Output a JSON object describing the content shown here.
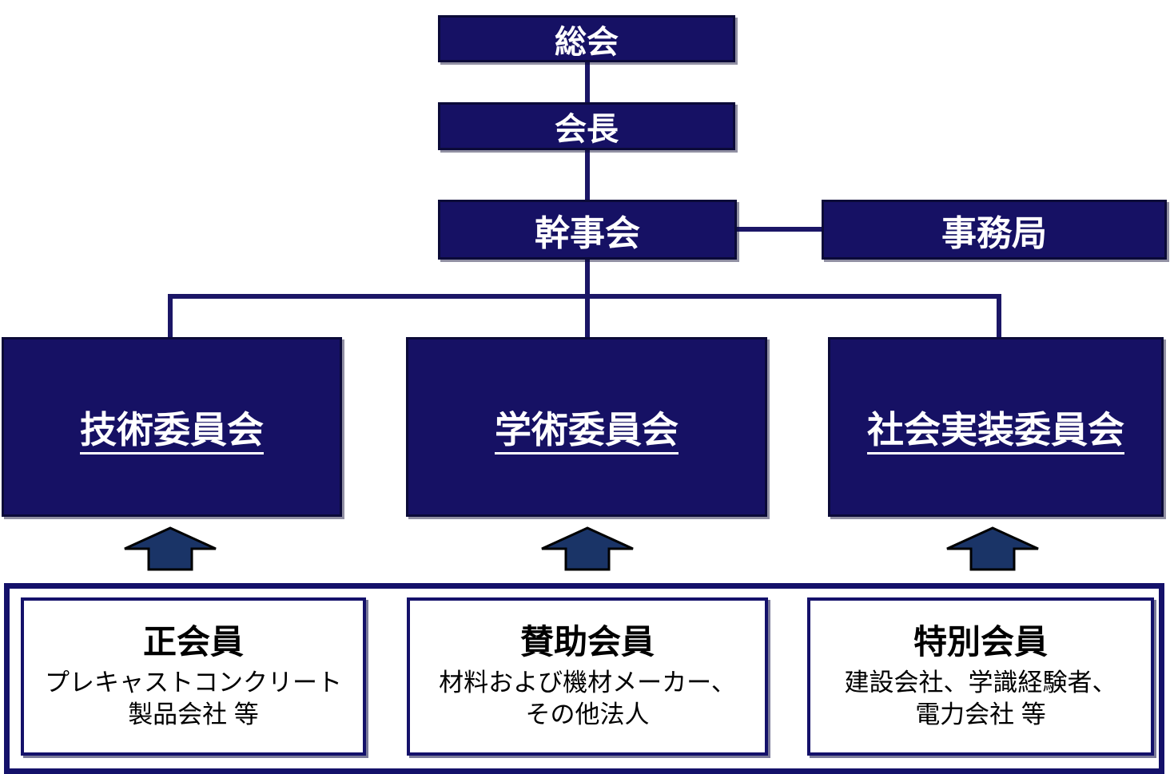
{
  "diagram_title": "organization-chart",
  "palette": {
    "node_fill": "#161164",
    "node_border": "#0b0a38",
    "connector_line": "#1b1666",
    "arrow_fill": "#1a3467",
    "arrow_outline": "#000000",
    "container_border": "#14116a",
    "node_text": "#ffffff",
    "member_text": "#000000",
    "background": "#ffffff"
  },
  "nodes": {
    "general_assembly": {
      "label": "総会"
    },
    "chairman": {
      "label": "会長"
    },
    "secretary_meeting": {
      "label": "幹事会"
    },
    "secretariat": {
      "label": "事務局"
    }
  },
  "committees": {
    "technical": {
      "label": "技術委員会"
    },
    "academic": {
      "label": "学術委員会"
    },
    "social_implementation": {
      "label": "社会実装委員会"
    }
  },
  "members": {
    "regular": {
      "title": "正会員",
      "desc": [
        "プレキャストコンクリート",
        "製品会社 等"
      ]
    },
    "supporting": {
      "title": "賛助会員",
      "desc": [
        "材料および機材メーカー、",
        "その他法人"
      ]
    },
    "special": {
      "title": "特別会員",
      "desc": [
        "建設会社、学識経験者、",
        "電力会社 等"
      ]
    }
  },
  "icons": {
    "up_arrow": "block arrow pointing up from members to committees"
  }
}
